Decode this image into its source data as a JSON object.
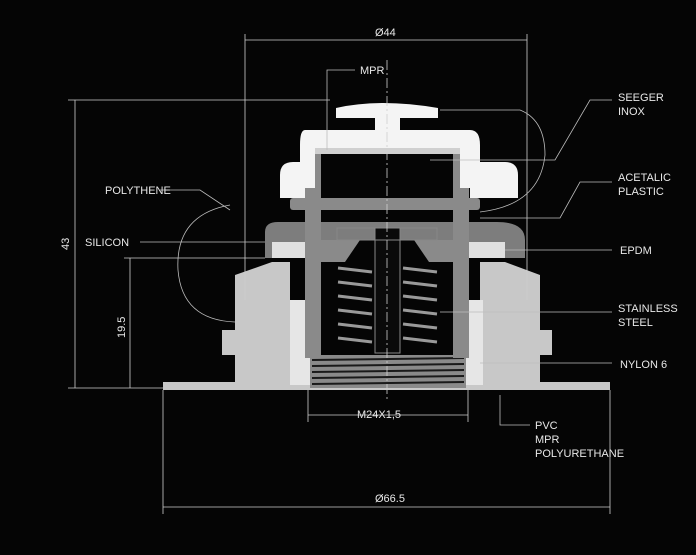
{
  "title": "Valve cross-section technical drawing",
  "dimensions": {
    "top_diameter": "Ø44",
    "base_diameter": "Ø66.5",
    "total_height": "43",
    "base_height": "19.5",
    "thread": "M24X1,5"
  },
  "materials": {
    "mpr": "MPR",
    "seeger_line1": "SEEGER",
    "seeger_line2": "INOX",
    "polythene": "POLYTHENE",
    "acetalic_line1": "ACETALIC",
    "acetalic_line2": "PLASTIC",
    "silicon": "SILICON",
    "epdm": "EPDM",
    "stainless_line1": "STAINLESS",
    "stainless_line2": "STEEL",
    "nylon": "NYLON 6",
    "base_line1": "PVC",
    "base_line2": "MPR",
    "base_line3": "POLYURETHANE"
  },
  "colors": {
    "background": "#050505",
    "cap": "#f4f4f4",
    "body": "#8a8a8a",
    "base": "#c8c8c8",
    "seal": "#e0e0e0"
  }
}
